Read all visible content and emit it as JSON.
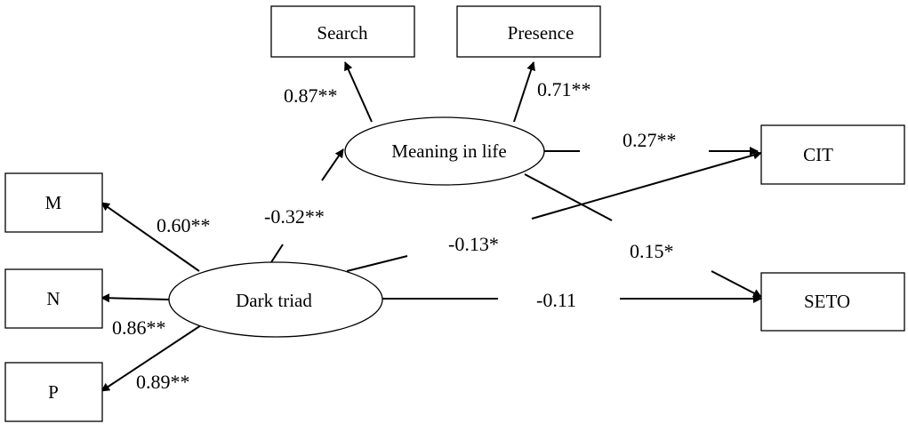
{
  "nodes": {
    "search": "Search",
    "presence": "Presence",
    "meaning": "Meaning in life",
    "cit": "CIT",
    "m": "M",
    "n": "N",
    "p": "P",
    "dark": "Dark triad",
    "seto": "SETO"
  },
  "coefficients": {
    "meaning_search": "0.87**",
    "meaning_presence": "0.71**",
    "meaning_cit": "0.27**",
    "dark_m": "0.60**",
    "dark_meaning": "-0.32**",
    "dark_cit": "-0.13*",
    "meaning_seto": "0.15*",
    "dark_n": "0.86**",
    "dark_seto": "-0.11",
    "dark_p": "0.89**"
  }
}
